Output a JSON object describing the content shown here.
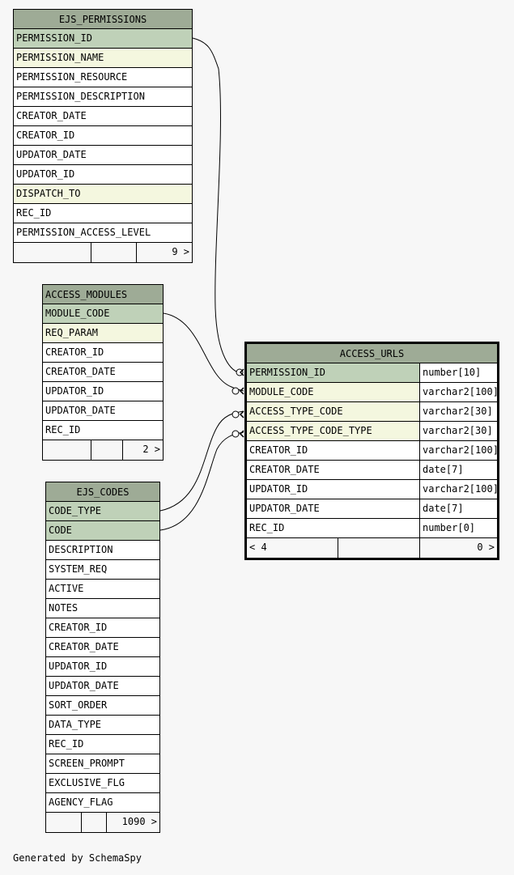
{
  "tables": {
    "ejs_permissions": {
      "title": "EJS_PERMISSIONS",
      "columns": [
        {
          "name": "PERMISSION_ID",
          "role": "pk"
        },
        {
          "name": "PERMISSION_NAME",
          "role": "fk"
        },
        {
          "name": "PERMISSION_RESOURCE",
          "role": ""
        },
        {
          "name": "PERMISSION_DESCRIPTION",
          "role": ""
        },
        {
          "name": "CREATOR_DATE",
          "role": ""
        },
        {
          "name": "CREATOR_ID",
          "role": ""
        },
        {
          "name": "UPDATOR_DATE",
          "role": ""
        },
        {
          "name": "UPDATOR_ID",
          "role": ""
        },
        {
          "name": "DISPATCH_TO",
          "role": "fk"
        },
        {
          "name": "REC_ID",
          "role": ""
        },
        {
          "name": "PERMISSION_ACCESS_LEVEL",
          "role": ""
        }
      ],
      "footer_left": "",
      "footer_right": "9 >"
    },
    "access_modules": {
      "title": "ACCESS_MODULES",
      "columns": [
        {
          "name": "MODULE_CODE",
          "role": "pk"
        },
        {
          "name": "REQ_PARAM",
          "role": "fk"
        },
        {
          "name": "CREATOR_ID",
          "role": ""
        },
        {
          "name": "CREATOR_DATE",
          "role": ""
        },
        {
          "name": "UPDATOR_ID",
          "role": ""
        },
        {
          "name": "UPDATOR_DATE",
          "role": ""
        },
        {
          "name": "REC_ID",
          "role": ""
        }
      ],
      "footer_left": "",
      "footer_right": "2 >"
    },
    "ejs_codes": {
      "title": "EJS_CODES",
      "columns": [
        {
          "name": "CODE_TYPE",
          "role": "pk"
        },
        {
          "name": "CODE",
          "role": "pk"
        },
        {
          "name": "DESCRIPTION",
          "role": ""
        },
        {
          "name": "SYSTEM_REQ",
          "role": ""
        },
        {
          "name": "ACTIVE",
          "role": ""
        },
        {
          "name": "NOTES",
          "role": ""
        },
        {
          "name": "CREATOR_ID",
          "role": ""
        },
        {
          "name": "CREATOR_DATE",
          "role": ""
        },
        {
          "name": "UPDATOR_ID",
          "role": ""
        },
        {
          "name": "UPDATOR_DATE",
          "role": ""
        },
        {
          "name": "SORT_ORDER",
          "role": ""
        },
        {
          "name": "DATA_TYPE",
          "role": ""
        },
        {
          "name": "REC_ID",
          "role": ""
        },
        {
          "name": "SCREEN_PROMPT",
          "role": ""
        },
        {
          "name": "EXCLUSIVE_FLG",
          "role": ""
        },
        {
          "name": "AGENCY_FLAG",
          "role": ""
        }
      ],
      "footer_left": "",
      "footer_right": "1090 >"
    },
    "access_urls": {
      "title": "ACCESS_URLS",
      "columns": [
        {
          "name": "PERMISSION_ID",
          "type": "number[10]",
          "role": "pk"
        },
        {
          "name": "MODULE_CODE",
          "type": "varchar2[100]",
          "role": "fk"
        },
        {
          "name": "ACCESS_TYPE_CODE",
          "type": "varchar2[30]",
          "role": "fk"
        },
        {
          "name": "ACCESS_TYPE_CODE_TYPE",
          "type": "varchar2[30]",
          "role": "fk"
        },
        {
          "name": "CREATOR_ID",
          "type": "varchar2[100]",
          "role": ""
        },
        {
          "name": "CREATOR_DATE",
          "type": "date[7]",
          "role": ""
        },
        {
          "name": "UPDATOR_ID",
          "type": "varchar2[100]",
          "role": ""
        },
        {
          "name": "UPDATOR_DATE",
          "type": "date[7]",
          "role": ""
        },
        {
          "name": "REC_ID",
          "type": "number[0]",
          "role": ""
        }
      ],
      "footer_left": "< 4",
      "footer_right": "0 >"
    }
  },
  "footer": {
    "generated_by": "Generated by SchemaSpy"
  }
}
